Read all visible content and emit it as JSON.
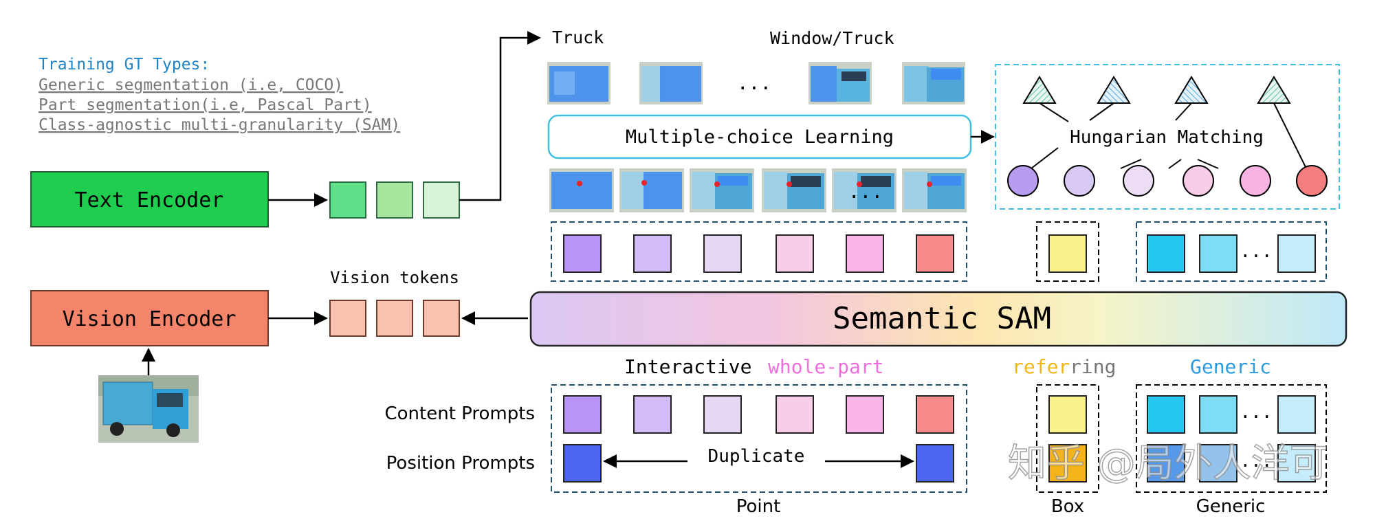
{
  "training_gt": {
    "title": "Training GT Types:",
    "items": [
      "Generic segmentation (i.e, COCO)",
      "Part segmentation(i.e, Pascal Part)",
      "Class-agnostic multi-granularity (SAM)"
    ]
  },
  "encoders": {
    "text": "Text Encoder",
    "vision": "Vision Encoder",
    "vision_tokens_label": "Vision tokens"
  },
  "outputs": {
    "label_truck": "Truck",
    "label_window_truck": "Window/Truck",
    "ellipsis": "...",
    "mcl": "Multiple-choice Learning",
    "hungarian": "Hungarian Matching"
  },
  "core": {
    "name": "Semantic SAM"
  },
  "prompts": {
    "section_title_plain": "Interactive ",
    "section_title_colored": "whole-part",
    "referring_colored": "refer",
    "referring_rest": "ring",
    "generic_title": "Generic",
    "content": "Content Prompts",
    "position": "Position Prompts",
    "duplicate": "Duplicate",
    "point": "Point",
    "box": "Box",
    "generic": "Generic"
  },
  "watermark": "知乎 @局外人洋可",
  "colors": {
    "text_token": [
      "#5ee08a",
      "#a8e6a0",
      "#d6f3d6"
    ],
    "vision_token": "#f8c3b0",
    "part_tokens": [
      "#b794f6",
      "#d3bcf5",
      "#e6d7f3",
      "#f7cdea",
      "#f9b4e8",
      "#f88a8a"
    ],
    "circles": [
      "#b79cf0",
      "#d8c8f4",
      "#ecdcf4",
      "#f8cbe9",
      "#f8b3e3",
      "#f47e7e"
    ],
    "ref_token": "#f8f28c",
    "generic_tokens": [
      "#25c8f0",
      "#7fdcf5",
      "#c5ecfa"
    ],
    "position_point": "#4c66f0",
    "position_box": "#f5b31b",
    "position_generic": [
      "#5599e8",
      "#93c2ea",
      "#c5ecfa"
    ],
    "text_encoder": "#1fce4e",
    "vision_encoder": "#f5856a"
  }
}
